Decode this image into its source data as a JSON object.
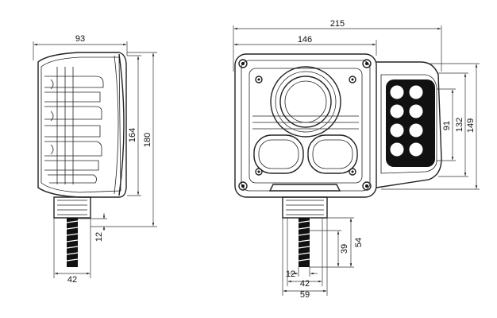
{
  "diagram": {
    "side_view": {
      "width_label": "93",
      "height_outer_label": "180",
      "height_inner_label": "164",
      "stud_offset_label": "12",
      "base_width_label": "42"
    },
    "front_view": {
      "total_width_label": "215",
      "housing_width_label": "146",
      "led_height_91_label": "91",
      "led_height_132_label": "132",
      "led_height_149_label": "149",
      "stud_length_label": "54",
      "thread_length_label": "39",
      "stud_offset_label": "12",
      "base_inner_width_label": "42",
      "base_outer_width_label": "59"
    }
  }
}
